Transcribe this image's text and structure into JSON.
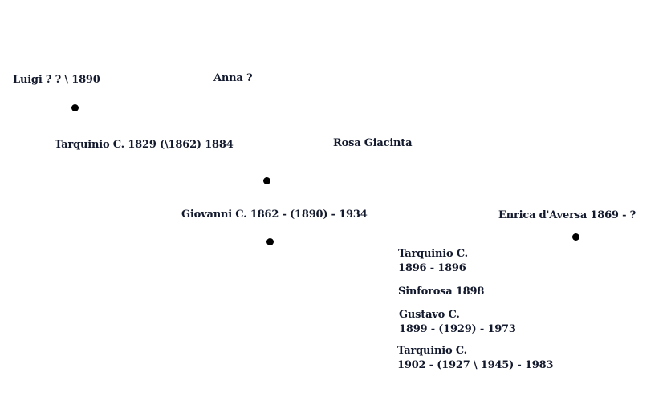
{
  "people": {
    "luigi": "Luigi ? ?  \\ 1890",
    "anna": "Anna ?",
    "tarquinio_sr": "Tarquinio C. 1829 (\\1862) 1884",
    "rosa": "Rosa Giacinta",
    "giovanni": "Giovanni C. 1862 - (1890) - 1934",
    "enrica": "Enrica d'Aversa 1869 - ?"
  },
  "children": [
    {
      "name": "Tarquinio C.",
      "dates": "1896 - 1896"
    },
    {
      "name": "Sinforosa 1898",
      "dates": ""
    },
    {
      "name": "Gustavo C.",
      "dates": "1899 - (1929) - 1973"
    },
    {
      "name": "Tarquinio C.",
      "dates": "1902 - (1927 \\ 1945) - 1983"
    }
  ]
}
